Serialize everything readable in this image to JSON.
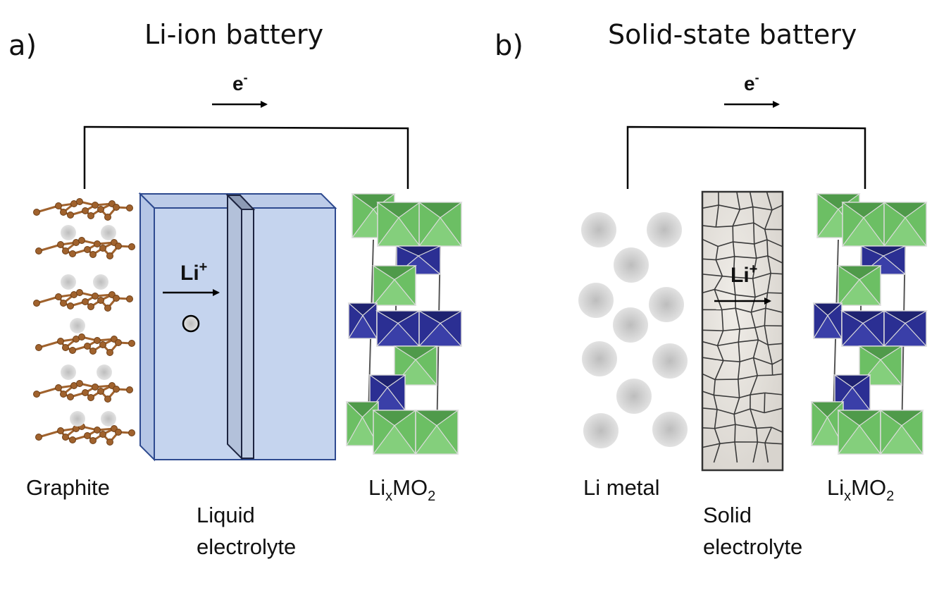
{
  "panels": [
    {
      "letter": "a)",
      "title": "Li-ion battery",
      "electron_label": "e",
      "electron_sup": "-",
      "ion_label": "Li",
      "ion_sup": "+",
      "anode_label": "Graphite",
      "electrolyte_label_line1": "Liquid",
      "electrolyte_label_line2": "electrolyte",
      "cathode_label": "Li",
      "cathode_sub1": "x",
      "cathode_mid": "MO",
      "cathode_sub2": "2"
    },
    {
      "letter": "b)",
      "title": "Solid-state battery",
      "electron_label": "e",
      "electron_sup": "-",
      "ion_label": "Li",
      "ion_sup": "+",
      "anode_label": "Li metal",
      "electrolyte_label_line1": "Solid",
      "electrolyte_label_line2": "electrolyte",
      "cathode_label": "Li",
      "cathode_sub1": "x",
      "cathode_mid": "MO",
      "cathode_sub2": "2"
    }
  ],
  "colors": {
    "graphite": "#a0622d",
    "liquid_electrolyte": "#c5d4ee",
    "liquid_edge": "#2e4a8f",
    "solid_electrolyte": "#e2ded8",
    "green_octahedra": "#6cbf64",
    "blue_octahedra": "#2b2f93",
    "li_atom": "#c8c8c8"
  }
}
